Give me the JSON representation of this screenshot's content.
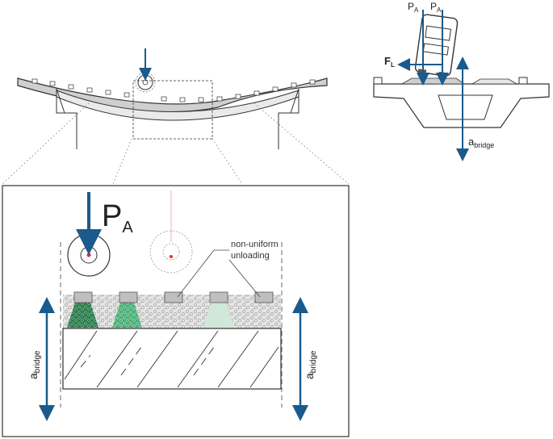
{
  "labels": {
    "pa_large_main": "P",
    "pa_large_sub": "A",
    "pa_left_main": "P",
    "pa_left_sub": "A",
    "pa_right_main": "P",
    "pa_right_sub": "A",
    "fl_main": "F",
    "fl_sub": "L",
    "a_bridge_main": "a",
    "a_bridge_sub": "bridge",
    "callout_line1": "non-uniform",
    "callout_line2": "unloading"
  },
  "colors": {
    "arrow": "#1a5a8c",
    "outline": "#333333",
    "ballast": "#d9d9d9",
    "sleeper": "#bfbfbf",
    "green_dark": "#2e7d4f",
    "green_mid": "#4caf78",
    "green_light": "#b9dcc8",
    "red_dot": "#e03030"
  }
}
